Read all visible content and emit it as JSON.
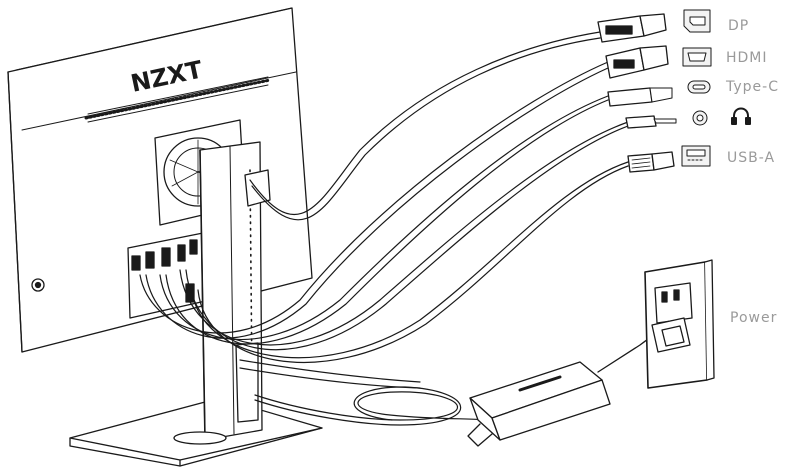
{
  "brand": {
    "logo_text": "NZXT"
  },
  "ports": [
    {
      "id": "dp",
      "label": "DP",
      "icon": "displayport-port-icon"
    },
    {
      "id": "hdmi",
      "label": "HDMI",
      "icon": "hdmi-port-icon"
    },
    {
      "id": "typec",
      "label": "Type-C",
      "icon": "usb-c-port-icon"
    },
    {
      "id": "audio",
      "label": "",
      "icon": "headphones-icon"
    },
    {
      "id": "usba",
      "label": "USB-A",
      "icon": "usb-a-port-icon"
    }
  ],
  "power": {
    "label": "Power",
    "icon": "wall-outlet-icon"
  },
  "colors": {
    "line": "#1a1a1a",
    "label": "#9a9a9a",
    "icon_fill": "#f3f3f3"
  }
}
